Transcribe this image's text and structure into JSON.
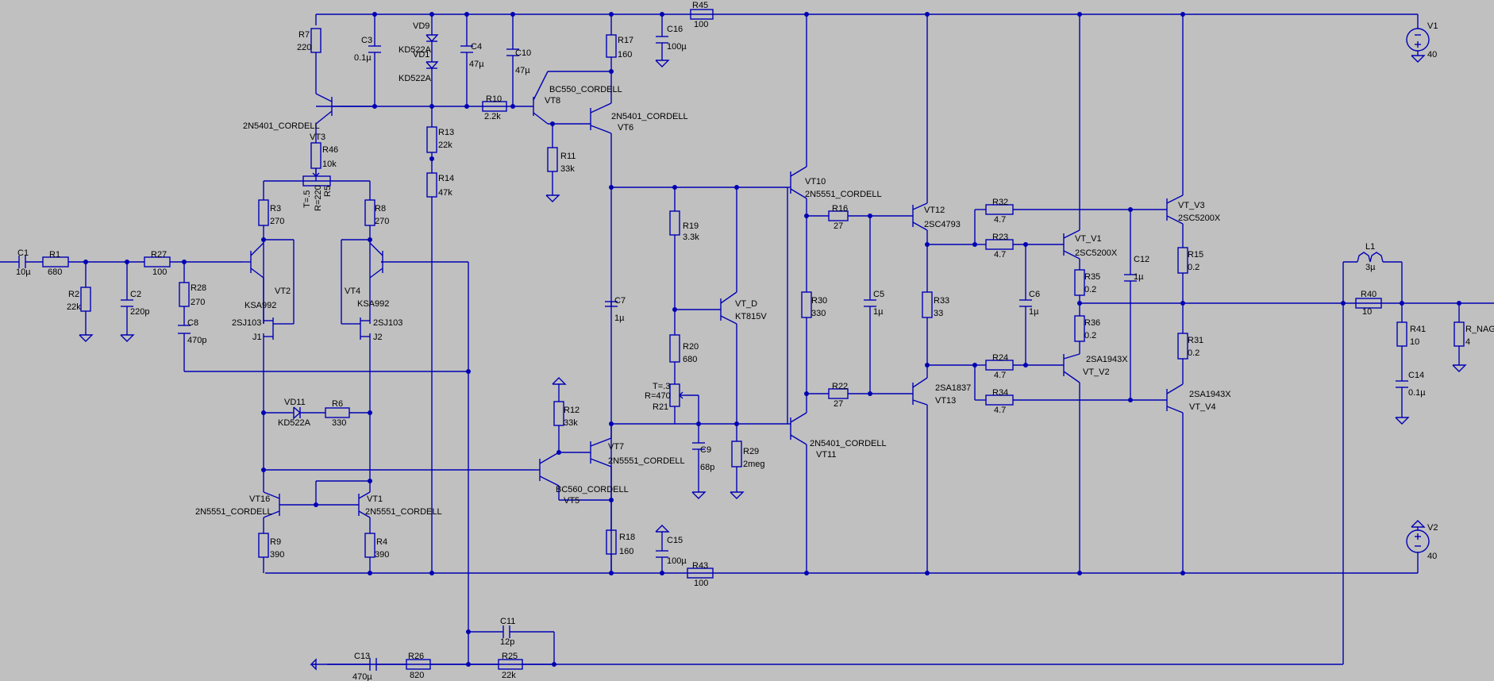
{
  "components": [
    {
      "ref": "R7",
      "value": "220"
    },
    {
      "ref": "C3",
      "value": "0.1µ"
    },
    {
      "ref": "VD9",
      "value": "KD522A"
    },
    {
      "ref": "VD1",
      "value": "KD522A"
    },
    {
      "ref": "C4",
      "value": "47µ"
    },
    {
      "ref": "C10",
      "value": "47µ"
    },
    {
      "ref": "R17",
      "value": "160"
    },
    {
      "ref": "R45",
      "value": "100"
    },
    {
      "ref": "C16",
      "value": "100µ"
    },
    {
      "ref": "V1",
      "value": "40"
    },
    {
      "ref": "VT3",
      "value": "2N5401_CORDELL"
    },
    {
      "ref": "R10",
      "value": "2.2k"
    },
    {
      "ref": "VT8",
      "value": "BC550_CORDELL"
    },
    {
      "ref": "VT6",
      "value": "2N5401_CORDELL"
    },
    {
      "ref": "R46",
      "value": "10k"
    },
    {
      "ref": "R13",
      "value": "22k"
    },
    {
      "ref": "R11",
      "value": "33k"
    },
    {
      "ref": "R14",
      "value": "47k"
    },
    {
      "ref": "R5",
      "value": "T=.5 R=220"
    },
    {
      "ref": "R3",
      "value": "270"
    },
    {
      "ref": "R8",
      "value": "270"
    },
    {
      "ref": "C1",
      "value": "10µ"
    },
    {
      "ref": "R1",
      "value": "680"
    },
    {
      "ref": "R27",
      "value": "100"
    },
    {
      "ref": "R2",
      "value": "22k"
    },
    {
      "ref": "C2",
      "value": "220p"
    },
    {
      "ref": "R28",
      "value": "270"
    },
    {
      "ref": "C8",
      "value": "470p"
    },
    {
      "ref": "VT2",
      "value": "KSA992"
    },
    {
      "ref": "VT4",
      "value": "KSA992"
    },
    {
      "ref": "J1",
      "value": "2SJ103"
    },
    {
      "ref": "J2",
      "value": "2SJ103"
    },
    {
      "ref": "VD11",
      "value": "KD522A"
    },
    {
      "ref": "R6",
      "value": "330"
    },
    {
      "ref": "VT16",
      "value": "2N5551_CORDELL"
    },
    {
      "ref": "VT1",
      "value": "2N5551_CORDELL"
    },
    {
      "ref": "R9",
      "value": "390"
    },
    {
      "ref": "R4",
      "value": "390"
    },
    {
      "ref": "C7",
      "value": "1µ"
    },
    {
      "ref": "R19",
      "value": "3.3k"
    },
    {
      "ref": "VT_D",
      "value": "KT815V"
    },
    {
      "ref": "R20",
      "value": "680"
    },
    {
      "ref": "R21",
      "value": "T=.3 R=470"
    },
    {
      "ref": "C9",
      "value": "68p"
    },
    {
      "ref": "R29",
      "value": "2meg"
    },
    {
      "ref": "R12",
      "value": "33k"
    },
    {
      "ref": "VT7",
      "value": "2N5551_CORDELL"
    },
    {
      "ref": "VT5",
      "value": "BC560_CORDELL"
    },
    {
      "ref": "R18",
      "value": "160"
    },
    {
      "ref": "C15",
      "value": "100µ"
    },
    {
      "ref": "R43",
      "value": "100"
    },
    {
      "ref": "VT10",
      "value": "2N5551_CORDELL"
    },
    {
      "ref": "VT11",
      "value": "2N5401_CORDELL"
    },
    {
      "ref": "R16",
      "value": "27"
    },
    {
      "ref": "R22",
      "value": "27"
    },
    {
      "ref": "R30",
      "value": "330"
    },
    {
      "ref": "C5",
      "value": "1µ"
    },
    {
      "ref": "VT12",
      "value": "2SC4793"
    },
    {
      "ref": "VT13",
      "value": "2SA1837"
    },
    {
      "ref": "R33",
      "value": "33"
    },
    {
      "ref": "R32",
      "value": "4.7"
    },
    {
      "ref": "R23",
      "value": "4.7"
    },
    {
      "ref": "R24",
      "value": "4.7"
    },
    {
      "ref": "R34",
      "value": "4.7"
    },
    {
      "ref": "C6",
      "value": "1µ"
    },
    {
      "ref": "VT_V1",
      "value": "2SC5200X"
    },
    {
      "ref": "VT_V2",
      "value": "2SA1943X"
    },
    {
      "ref": "R35",
      "value": "0.2"
    },
    {
      "ref": "R36",
      "value": "0.2"
    },
    {
      "ref": "C12",
      "value": "1µ"
    },
    {
      "ref": "VT_V3",
      "value": "2SC5200X"
    },
    {
      "ref": "VT_V4",
      "value": "2SA1943X"
    },
    {
      "ref": "R15",
      "value": "0.2"
    },
    {
      "ref": "R31",
      "value": "0.2"
    },
    {
      "ref": "L1",
      "value": "3µ"
    },
    {
      "ref": "R40",
      "value": "10"
    },
    {
      "ref": "R41",
      "value": "10"
    },
    {
      "ref": "C14",
      "value": "0.1µ"
    },
    {
      "ref": "R_NAGR",
      "value": "4"
    },
    {
      "ref": "V2",
      "value": "40"
    },
    {
      "ref": "C11",
      "value": "12p"
    },
    {
      "ref": "C13",
      "value": "470µ"
    },
    {
      "ref": "R26",
      "value": "820"
    },
    {
      "ref": "R25",
      "value": "22k"
    }
  ],
  "labels": {
    "R7": "R7",
    "R7v": "220",
    "C3": "C3",
    "C3v": "0.1µ",
    "VD9": "VD9",
    "VD9v": "KD522A",
    "VD1": "VD1",
    "VD1v": "KD522A",
    "C4": "C4",
    "C4v": "47µ",
    "C10": "C10",
    "C10v": "47µ",
    "R17": "R17",
    "R17v": "160",
    "R45": "R45",
    "R45v": "100",
    "C16": "C16",
    "C16v": "100µ",
    "V1": "V1",
    "V1v": "40",
    "VT3": "VT3",
    "VT3v": "2N5401_CORDELL",
    "R10": "R10",
    "R10v": "2.2k",
    "VT8": "VT8",
    "VT8v": "BC550_CORDELL",
    "VT6": "VT6",
    "VT6v": "2N5401_CORDELL",
    "R46": "R46",
    "R46v": "10k",
    "R13": "R13",
    "R13v": "22k",
    "R11": "R11",
    "R11v": "33k",
    "R14": "R14",
    "R14v": "47k",
    "R5": "R5",
    "R5t": "T=.5",
    "R5r": "R=220",
    "R3": "R3",
    "R3v": "270",
    "R8": "R8",
    "R8v": "270",
    "C1": "C1",
    "C1v": "10µ",
    "R1": "R1",
    "R1v": "680",
    "R27": "R27",
    "R27v": "100",
    "R2": "R2",
    "R2v": "22k",
    "C2": "C2",
    "C2v": "220p",
    "R28": "R28",
    "R28v": "270",
    "C8": "C8",
    "C8v": "470p",
    "VT2": "VT2",
    "VT2v": "KSA992",
    "VT4": "VT4",
    "VT4v": "KSA992",
    "J1": "J1",
    "J1v": "2SJ103",
    "J2": "J2",
    "J2v": "2SJ103",
    "VD11": "VD11",
    "VD11v": "KD522A",
    "R6": "R6",
    "R6v": "330",
    "VT16": "VT16",
    "VT16v": "2N5551_CORDELL",
    "VT1": "VT1",
    "VT1v": "2N5551_CORDELL",
    "R9": "R9",
    "R9v": "390",
    "R4": "R4",
    "R4v": "390",
    "C7": "C7",
    "C7v": "1µ",
    "R19": "R19",
    "R19v": "3.3k",
    "VTD": "VT_D",
    "VTDv": "KT815V",
    "R20": "R20",
    "R20v": "680",
    "R21": "R21",
    "R21t": "T=.3",
    "R21r": "R=470",
    "C9": "C9",
    "C9v": "68p",
    "R29": "R29",
    "R29v": "2meg",
    "R12": "R12",
    "R12v": "33k",
    "VT7": "VT7",
    "VT7v": "2N5551_CORDELL",
    "VT5": "VT5",
    "VT5v": "BC560_CORDELL",
    "R18": "R18",
    "R18v": "160",
    "C15": "C15",
    "C15v": "100µ",
    "R43": "R43",
    "R43v": "100",
    "VT10": "VT10",
    "VT10v": "2N5551_CORDELL",
    "VT11": "VT11",
    "VT11v": "2N5401_CORDELL",
    "R16": "R16",
    "R16v": "27",
    "R22": "R22",
    "R22v": "27",
    "R30": "R30",
    "R30v": "330",
    "C5": "C5",
    "C5v": "1µ",
    "VT12": "VT12",
    "VT12v": "2SC4793",
    "VT13": "VT13",
    "VT13v": "2SA1837",
    "R33": "R33",
    "R33v": "33",
    "R32": "R32",
    "R32v": "4.7",
    "R23": "R23",
    "R23v": "4.7",
    "R24": "R24",
    "R24v": "4.7",
    "R34": "R34",
    "R34v": "4.7",
    "C6": "C6",
    "C6v": "1µ",
    "VTV1": "VT_V1",
    "VTV1v": "2SC5200X",
    "VTV2": "VT_V2",
    "VTV2v": "2SA1943X",
    "R35": "R35",
    "R35v": "0.2",
    "R36": "R36",
    "R36v": "0.2",
    "C12": "C12",
    "C12v": "1µ",
    "VTV3": "VT_V3",
    "VTV3v": "2SC5200X",
    "VTV4": "VT_V4",
    "VTV4v": "2SA1943X",
    "R15": "R15",
    "R15v": "0.2",
    "R31": "R31",
    "R31v": "0.2",
    "L1": "L1",
    "L1v": "3µ",
    "R40": "R40",
    "R40v": "10",
    "R41": "R41",
    "R41v": "10",
    "C14": "C14",
    "C14v": "0.1µ",
    "RNAGR": "R_NAGR",
    "RNAGRv": "4",
    "V2": "V2",
    "V2v": "40",
    "C11": "C11",
    "C11v": "12p",
    "C13": "C13",
    "C13v": "470µ",
    "R26": "R26",
    "R26v": "820",
    "R25": "R25",
    "R25v": "22k"
  }
}
